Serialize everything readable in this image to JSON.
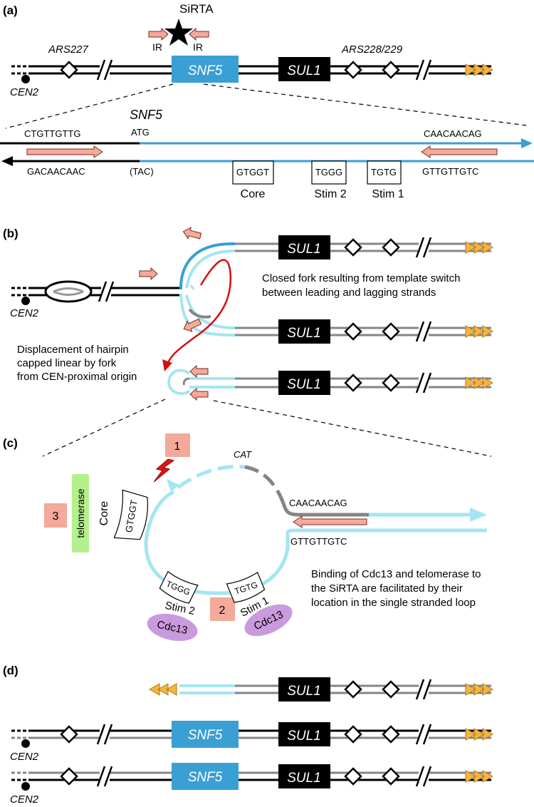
{
  "panel_a": {
    "label": "(a)",
    "sirta": "SiRTA",
    "ir_left": "IR",
    "ir_right": "IR",
    "ars_left": "ARS227",
    "ars_right": "ARS228/229",
    "gene1": "SNF5",
    "gene2": "SUL1",
    "cen": "CEN2",
    "zoom_gene": "SNF5",
    "atg": "ATG",
    "tac": "(TAC)",
    "seq_top_left": "CTGTTGTTG",
    "seq_bottom_left": "GACAACAAC",
    "seq_top_right": "CAACAACAG",
    "seq_bottom_right": "GTTGTTGTC",
    "box_core": "GTGGT",
    "box_stim2": "TGGG",
    "box_stim1": "TGTG",
    "label_core": "Core",
    "label_stim2": "Stim 2",
    "label_stim1": "Stim 1"
  },
  "panel_b": {
    "label": "(b)",
    "cen": "CEN2",
    "gene": "SUL1",
    "closed_fork_1": "Closed fork resulting from template switch",
    "closed_fork_2": "between leading and lagging strands",
    "displace_1": "Displacement of hairpin",
    "displace_2": "capped linear by fork",
    "displace_3": "from CEN-proximal origin"
  },
  "panel_c": {
    "label": "(c)",
    "step1": "1",
    "step2": "2",
    "step3": "3",
    "cat": "CAT",
    "seq_top": "CAACAACAG",
    "seq_bottom": "GTTGTTGTC",
    "telomerase": "telomerase",
    "core": "Core",
    "box_core": "GTGGT",
    "box_stim2": "TGGG",
    "box_stim1": "TGTG",
    "stim2": "Stim 2",
    "stim1": "Stim 1",
    "cdc13_left": "Cdc13",
    "cdc13_right": "Cdc13",
    "binding_1": "Binding of Cdc13 and telomerase to",
    "binding_2": "the SiRTA are facilitated by their",
    "binding_3": "location in the single stranded loop"
  },
  "panel_d": {
    "label": "(d)",
    "gene_sul1_top": "SUL1",
    "gene_snf5_mid": "SNF5",
    "gene_sul1_mid": "SUL1",
    "gene_snf5_bot": "SNF5",
    "gene_sul1_bot": "SUL1",
    "cen_mid": "CEN2",
    "cen_bot": "CEN2"
  },
  "colors": {
    "snf5_blue": "#3a9fd3",
    "light_cyan": "#a3e6f2",
    "gray_strand": "#858585",
    "salmon": "#f4a99a",
    "orange_triangle": "#f5b344",
    "red_arrow": "#d50f0f",
    "lightning": "#e31212",
    "green_box": "#b4f08c",
    "purple_cdc13": "#c99bde"
  }
}
